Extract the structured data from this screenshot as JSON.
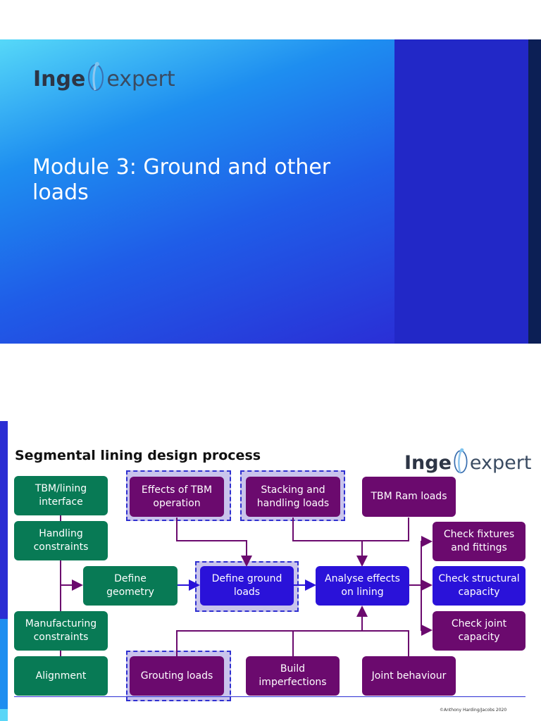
{
  "brand": {
    "logo_left": "Inge",
    "logo_right": "expert"
  },
  "slide1": {
    "title": "Module 3: Ground and other loads"
  },
  "slide2": {
    "title": "Segmental lining design process",
    "credit": "©Anthony Harding/Jacobs 2020",
    "boxes": {
      "tbm_interface": "TBM/lining\ninterface",
      "handling_constraints": "Handling\nconstraints",
      "manufacturing_constraints": "Manufacturing\nconstraints",
      "alignment": "Alignment",
      "define_geometry": "Define\ngeometry",
      "effects_tbm": "Effects of TBM\noperation",
      "stacking": "Stacking and\nhandling loads",
      "tbm_ram": "TBM Ram loads",
      "define_ground": "Define ground\nloads",
      "analyse": "Analyse effects\non lining",
      "check_fixtures": "Check fixtures\nand fittings",
      "check_structural": "Check structural\ncapacity",
      "check_joint": "Check joint\ncapacity",
      "grouting": "Grouting loads",
      "build": "Build\nimperfections",
      "joint_behaviour": "Joint behaviour"
    }
  }
}
